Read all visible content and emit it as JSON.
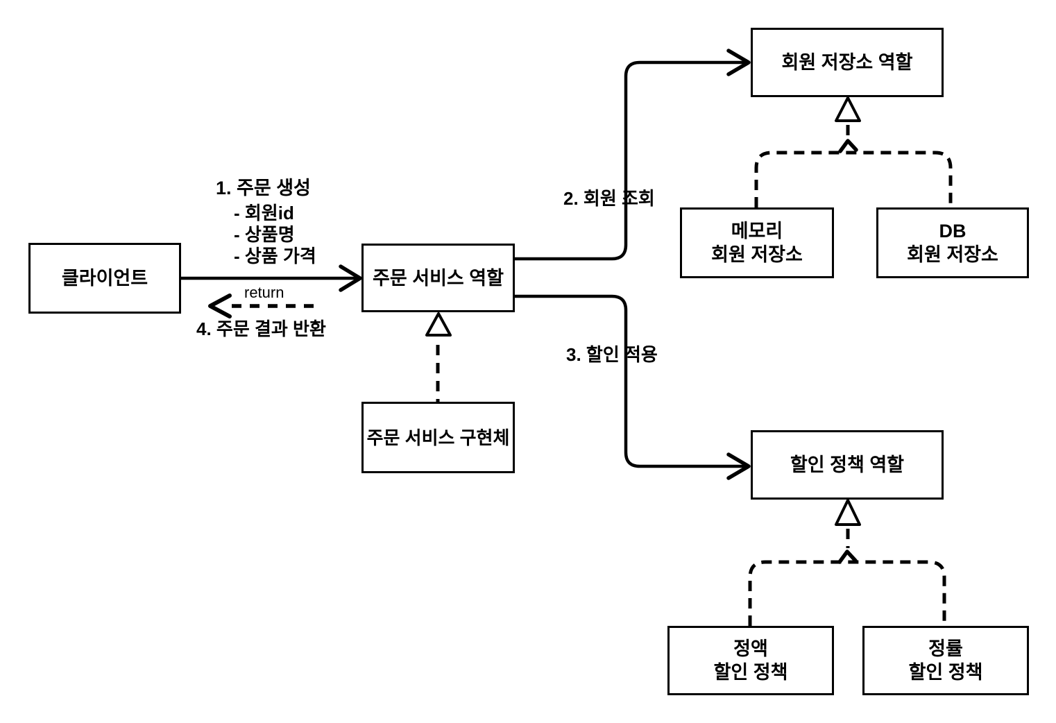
{
  "diagram": {
    "boxes": {
      "client": {
        "label": "클라이언트"
      },
      "order_service_role": {
        "label": "주문 서비스 역할"
      },
      "order_service_impl": {
        "label": "주문 서비스 구현체"
      },
      "member_repo_role": {
        "label": "회원 저장소 역할"
      },
      "memory_member_repo": {
        "label": "메모리\n회원 저장소"
      },
      "db_member_repo": {
        "label": "DB\n회원 저장소"
      },
      "discount_policy_role": {
        "label": "할인 정책 역할"
      },
      "fixed_discount_policy": {
        "label": "정액\n할인 정책"
      },
      "rate_discount_policy": {
        "label": "정률\n할인 정책"
      }
    },
    "annotations": {
      "step1_title": "1. 주문 생성",
      "step1_item1": "- 회원id",
      "step1_item2": "- 상품명",
      "step1_item3": "- 상품 가격",
      "step2_label": "2. 회원 조회",
      "step3_label": "3. 할인 적용",
      "step4_label": "4. 주문 결과 반환",
      "return_label": "return"
    },
    "colors": {
      "line": "#000000",
      "box_fill": "#ffffff",
      "background": "#ffffff"
    }
  }
}
